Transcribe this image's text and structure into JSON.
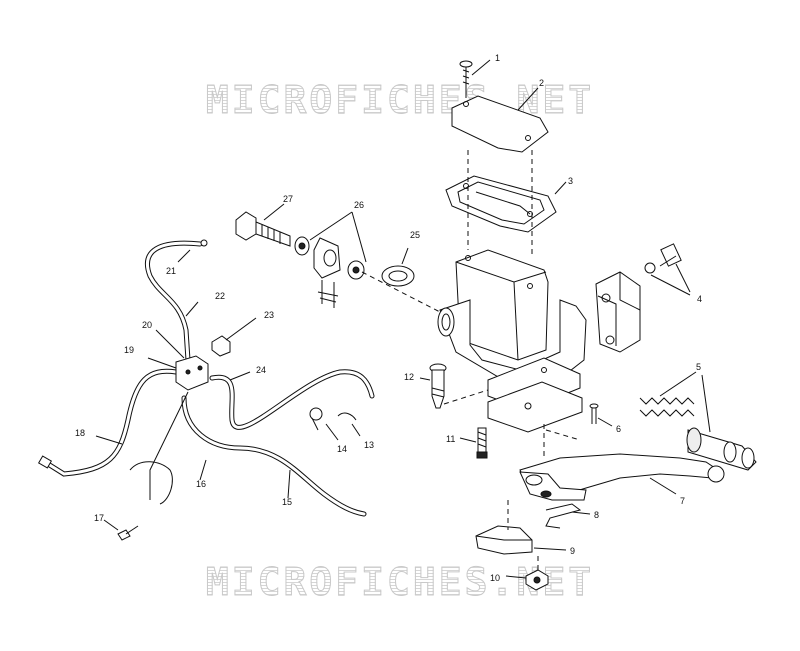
{
  "watermark": {
    "text_top": "MICROFICHES.NET",
    "text_bottom": "MICROFICHES.NET"
  },
  "callouts": {
    "c1": "1",
    "c2": "2",
    "c3": "3",
    "c4": "4",
    "c5": "5",
    "c6": "6",
    "c7": "7",
    "c8": "8",
    "c9": "9",
    "c10": "10",
    "c11": "11",
    "c12": "12",
    "c13": "13",
    "c14": "14",
    "c15": "15",
    "c16": "16",
    "c17": "17",
    "c18": "18",
    "c19": "19",
    "c20": "20",
    "c21": "21",
    "c22": "22",
    "c23": "23",
    "c24": "24",
    "c25": "25",
    "c26": "26",
    "c27": "27"
  }
}
